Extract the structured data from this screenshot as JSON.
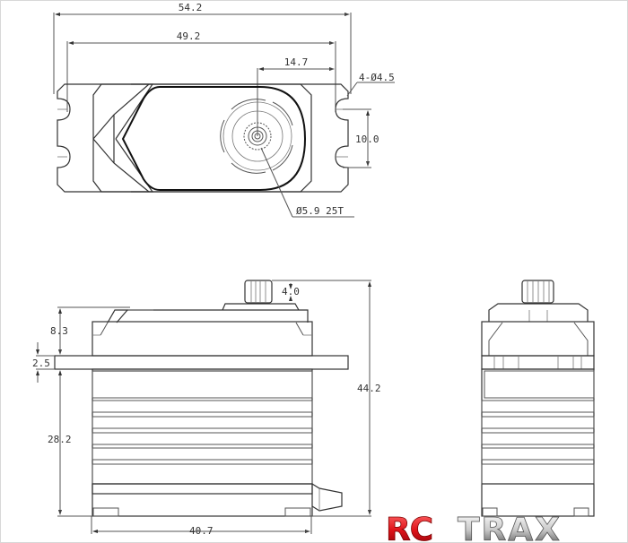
{
  "drawing": {
    "subject": "Servo dimensional drawing",
    "top_view": {
      "dims": {
        "overall_width": "54.2",
        "hole_span": "49.2",
        "output_offset": "14.7",
        "mount_holes": "4-Ø4.5",
        "hole_pitch": "10.0",
        "spline": "Ø5.9 25T"
      }
    },
    "side_view": {
      "dims": {
        "spline_height": "4.0",
        "top_to_flange": "8.3",
        "flange_thickness": "2.5",
        "total_height": "44.2",
        "body_height": "28.2",
        "body_width": "40.7"
      }
    },
    "end_view": {}
  },
  "logo": {
    "text_red": "RC",
    "text_silver": "TRAX",
    "red_color": "#e0141a",
    "silver_color": "#9a9a9a"
  }
}
